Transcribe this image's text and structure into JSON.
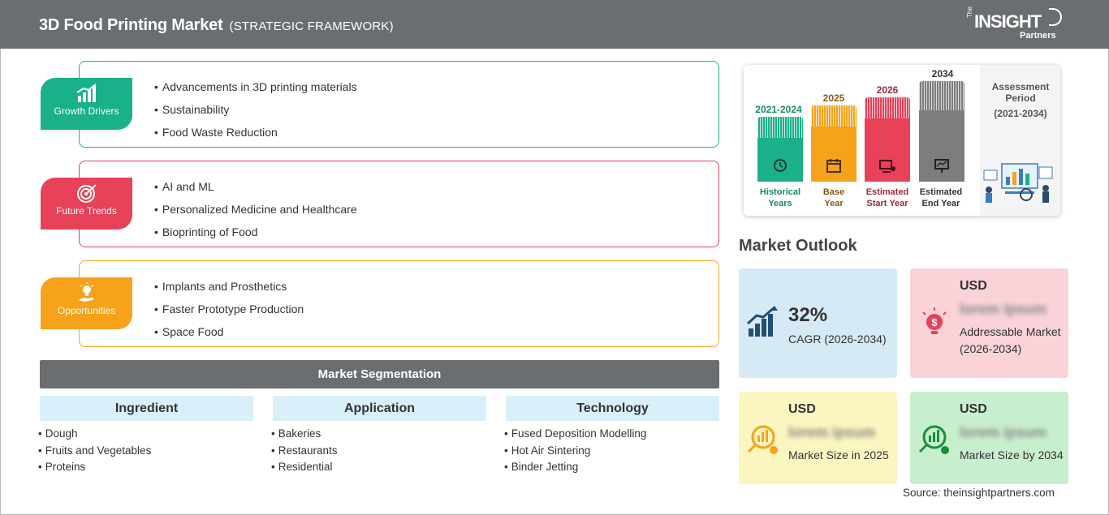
{
  "header": {
    "title": "3D Food Printing Market",
    "subtitle": "(STRATEGIC FRAMEWORK)",
    "logo": {
      "the": "The",
      "main": "INSIGHT",
      "sub": "Partners"
    }
  },
  "framework": [
    {
      "label": "Growth Drivers",
      "color": "#1ab08a",
      "icon": "growth-chart-icon",
      "items": [
        "Advancements in 3D printing materials",
        "Sustainability",
        "Food Waste Reduction"
      ]
    },
    {
      "label": "Future Trends",
      "color": "#e8415a",
      "icon": "target-icon",
      "items": [
        "AI and ML",
        "Personalized Medicine and Healthcare",
        "Bioprinting of Food"
      ]
    },
    {
      "label": "Opportunities",
      "color": "#f7a21b",
      "icon": "lightbulb-hand-icon",
      "items": [
        "Implants and Prosthetics",
        "Faster Prototype Production",
        "Space Food"
      ]
    }
  ],
  "segmentation": {
    "title": "Market Segmentation",
    "columns": [
      {
        "heading": "Ingredient",
        "items": [
          "Dough",
          "Fruits and Vegetables",
          "Proteins"
        ]
      },
      {
        "heading": "Application",
        "items": [
          "Bakeries",
          "Restaurants",
          "Residential"
        ]
      },
      {
        "heading": "Technology",
        "items": [
          "Fused Deposition Modelling",
          "Hot Air Sintering",
          "Binder Jetting"
        ]
      }
    ]
  },
  "assessment": {
    "years": [
      {
        "year": "2021-2024",
        "caption": [
          "Historical",
          "Years"
        ],
        "color": "#1ab08a",
        "label_color": "#138a6a"
      },
      {
        "year": "2025",
        "caption": [
          "Base",
          "Year"
        ],
        "color": "#f7a21b",
        "label_color": "#8a5a10"
      },
      {
        "year": "2026",
        "caption": [
          "Estimated",
          "Start Year"
        ],
        "color": "#e8415a",
        "label_color": "#a0283a"
      },
      {
        "year": "2034",
        "caption": [
          "Estimated",
          "End Year"
        ],
        "color": "#7d7d7d",
        "label_color": "#333333"
      }
    ],
    "title": "Assessment Period",
    "range": "(2021-2034)"
  },
  "outlook": {
    "title": "Market Outlook",
    "cagr": {
      "value": "32%",
      "label": "CAGR (2026-2034)",
      "color": "#d6eaf5"
    },
    "addressable": {
      "currency": "USD",
      "value": "lorem ipsum",
      "label": "Addressable Market (2026-2034)",
      "color": "#f9d3d8"
    },
    "size2025": {
      "currency": "USD",
      "value": "lorem ipsum",
      "label": "Market Size in 2025",
      "color": "#fbf5c0"
    },
    "size2034": {
      "currency": "USD",
      "value": "lorem ipsum",
      "label": "Market Size by 2034",
      "color": "#c8efcd"
    }
  },
  "source": "Source: theinsightpartners.com"
}
